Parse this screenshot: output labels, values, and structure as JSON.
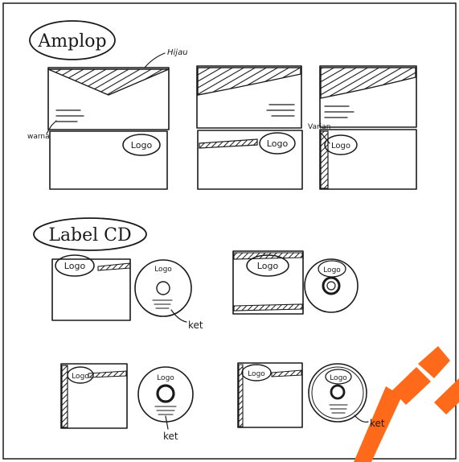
{
  "sections": {
    "envelope_title": "Amplop",
    "cd_title": "Label CD"
  },
  "annotations": {
    "hijau": "Hijau",
    "warna": "warna",
    "varian": "Varian",
    "ket": "ket"
  },
  "logo_text": "Logo",
  "colors": {
    "ink": "#1a1a1a",
    "watermark": "#ff6a1a"
  }
}
